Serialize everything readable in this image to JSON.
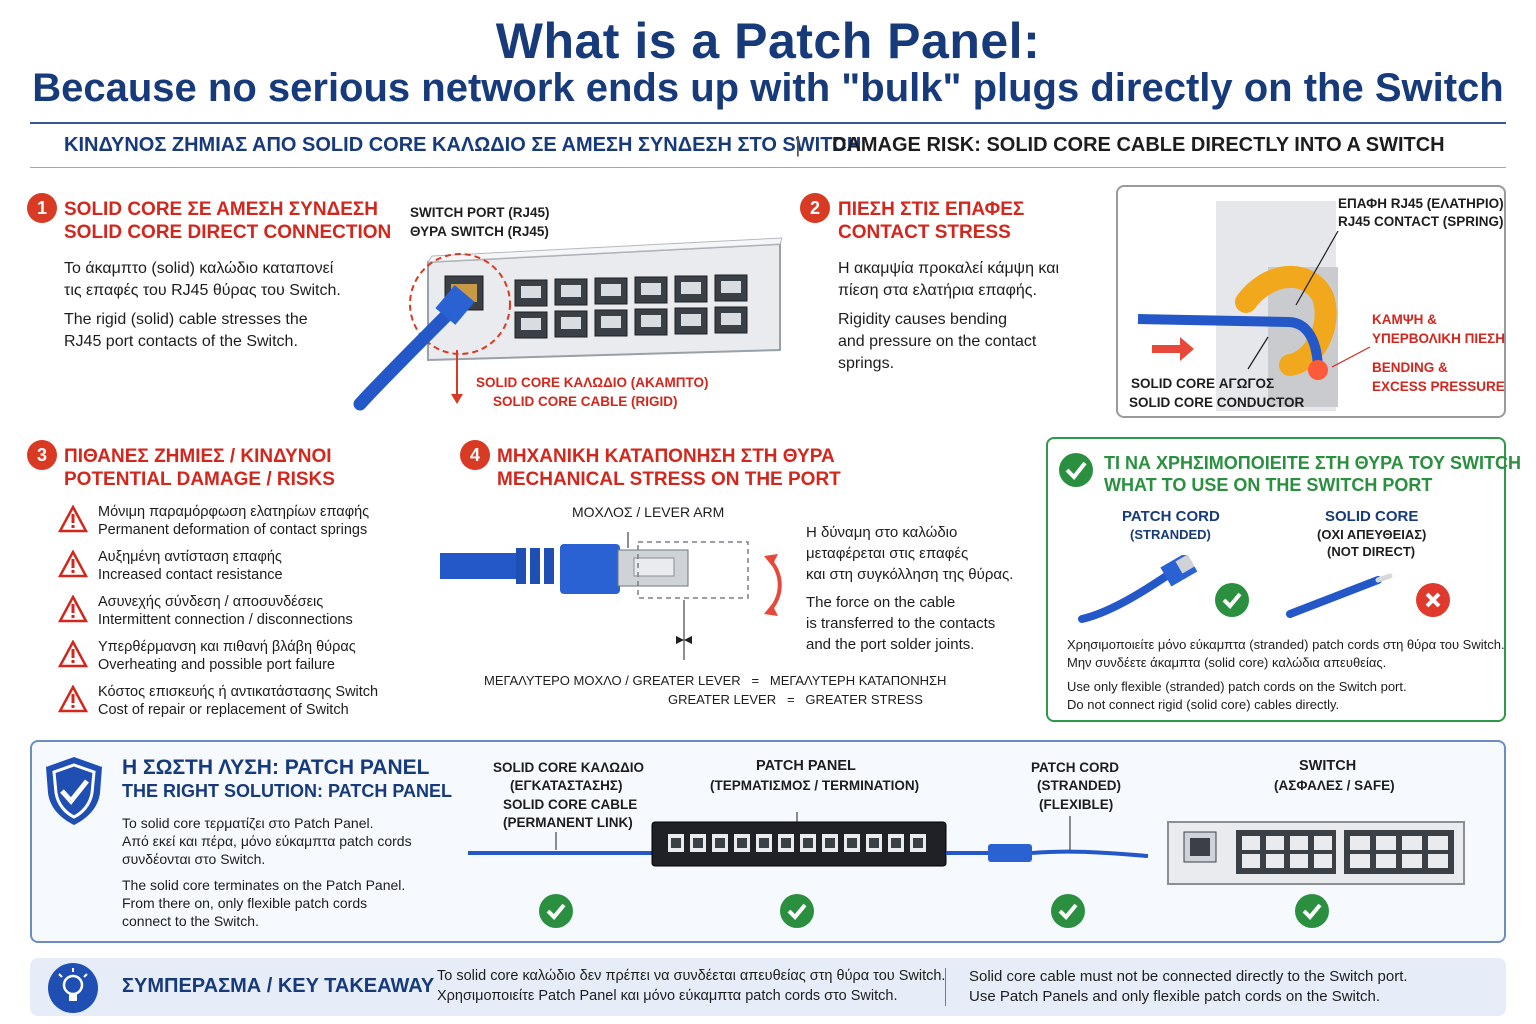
{
  "title": "What is a Patch Panel:",
  "subtitle": "Because no serious network ends up with \"bulk\" plugs directly on the Switch",
  "banner": {
    "greek": "ΚΙΝΔΥΝΟΣ ΖΗΜΙΑΣ ΑΠΟ SOLID CORE ΚΑΛΩΔΙΟ ΣΕ ΑΜΕΣΗ ΣΥΝΔΕΣΗ ΣΤΟ SWITCH",
    "separator": "|",
    "english": "DAMAGE RISK: SOLID CORE CABLE DIRECTLY INTO A SWITCH"
  },
  "section1": {
    "number": "1",
    "heading_gr": "SOLID CORE ΣΕ ΑΜΕΣΗ ΣΥΝΔΕΣΗ",
    "heading_en": "SOLID CORE DIRECT CONNECTION",
    "body_gr_1": "Το άκαμπτο (solid) καλώδιο καταπονεί",
    "body_gr_2": "τις επαφές του RJ45 θύρας του Switch.",
    "body_en_1": "The rigid (solid) cable stresses the",
    "body_en_2": "RJ45 port contacts of the Switch.",
    "port_label_en": "SWITCH PORT (RJ45)",
    "port_label_gr": "ΘΥΡΑ SWITCH (RJ45)",
    "cable_label_gr": "SOLID CORE ΚΑΛΩΔΙΟ (ΑΚΑΜΠΤΟ)",
    "cable_label_en": "SOLID CORE CABLE (RIGID)"
  },
  "section2": {
    "number": "2",
    "heading_gr": "ΠΙΕΣΗ ΣΤΙΣ ΕΠΑΦΕΣ",
    "heading_en": "CONTACT STRESS",
    "body_gr_1": "Η ακαμψία προκαλεί κάμψη και",
    "body_gr_2": "πίεση στα ελατήρια επαφής.",
    "body_en_1": "Rigidity causes bending",
    "body_en_2": "and pressure on the contact",
    "body_en_3": "springs.",
    "contact_gr": "ΕΠΑΦΗ RJ45 (ΕΛΑΤΗΡΙΟ)",
    "contact_en": "RJ45 CONTACT (SPRING)",
    "bend_gr_1": "ΚΑΜΨΗ &",
    "bend_gr_2": "ΥΠΕΡΒΟΛΙΚΗ ΠΙΕΣΗ",
    "bend_en_1": "BENDING &",
    "bend_en_2": "EXCESS PRESSURE",
    "conductor_gr": "SOLID CORE ΑΓΩΓΟΣ",
    "conductor_en": "SOLID CORE CONDUCTOR"
  },
  "section3": {
    "number": "3",
    "heading_gr": "ΠΙΘΑΝΕΣ ΖΗΜΙΕΣ / ΚΙΝΔΥΝΟΙ",
    "heading_en": "POTENTIAL DAMAGE / RISKS",
    "risks": [
      {
        "gr": "Μόνιμη παραμόρφωση ελατηρίων επαφής",
        "en": "Permanent deformation of contact springs"
      },
      {
        "gr": "Αυξημένη αντίσταση επαφής",
        "en": "Increased contact resistance"
      },
      {
        "gr": "Ασυνεχής σύνδεση / αποσυνδέσεις",
        "en": "Intermittent connection / disconnections"
      },
      {
        "gr": "Υπερθέρμανση και πιθανή βλάβη θύρας",
        "en": "Overheating and possible port failure"
      },
      {
        "gr": "Κόστος επισκευής ή αντικατάστασης Switch",
        "en": "Cost of repair or replacement of Switch"
      }
    ]
  },
  "section4": {
    "number": "4",
    "heading_gr": "ΜΗΧΑΝΙΚΗ ΚΑΤΑΠΟΝΗΣΗ ΣΤΗ ΘΥΡΑ",
    "heading_en": "MECHANICAL STRESS ON THE PORT",
    "lever_label": "ΜΟΧΛΟΣ / LEVER ARM",
    "body_gr_1": "Η δύναμη στο καλώδιο",
    "body_gr_2": "μεταφέρεται στις επαφές",
    "body_gr_3": "και στη συγκόλληση της θύρας.",
    "body_en_1": "The force on the cable",
    "body_en_2": "is transferred to the contacts",
    "body_en_3": "and the port solder joints.",
    "formula_gr": "ΜΕΓΑΛΥΤΕΡΟ ΜΟΧΛΟ / GREATER LEVER   =   ΜΕΓΑΛΥΤΕΡΗ ΚΑΤΑΠΟΝΗΣΗ",
    "formula_en": "GREATER LEVER   =   GREATER STRESS"
  },
  "use": {
    "heading_gr": "ΤΙ ΝΑ ΧΡΗΣΙΜΟΠΟΙΕΙΤΕ ΣΤΗ ΘΥΡΑ ΤΟΥ SWITCH",
    "heading_en": "WHAT TO USE ON THE SWITCH PORT",
    "patch_title": "PATCH CORD",
    "patch_sub": "(STRANDED)",
    "solid_title": "SOLID CORE",
    "solid_sub_gr": "(ΟΧΙ ΑΠΕΥΘΕΙΑΣ)",
    "solid_sub_en": "(NOT DIRECT)",
    "note_gr_1": "Χρησιμοποιείτε μόνο εύκαμπτα (stranded) patch cords στη θύρα του Switch.",
    "note_gr_2": "Μην συνδέετε άκαμπτα (solid core) καλώδια απευθείας.",
    "note_en_1": "Use only flexible (stranded) patch cords on the Switch port.",
    "note_en_2": "Do not connect rigid (solid core) cables directly."
  },
  "solution": {
    "heading_gr": "Η ΣΩΣΤΗ ΛΥΣΗ: PATCH PANEL",
    "heading_en": "THE RIGHT SOLUTION: PATCH PANEL",
    "body_gr_1": "Το solid core τερματίζει στο Patch Panel.",
    "body_gr_2": "Από εκεί και πέρα, μόνο εύκαμπτα patch cords",
    "body_gr_3": "συνδέονται στο Switch.",
    "body_en_1": "The solid core terminates on the Patch Panel.",
    "body_en_2": "From there on, only flexible patch cords",
    "body_en_3": "connect to the Switch.",
    "labels": {
      "solid_1": "SOLID CORE ΚΑΛΩΔΙΟ",
      "solid_2": "(ΕΓΚΑΤΑΣΤΑΣΗΣ)",
      "solid_3": "SOLID CORE CABLE",
      "solid_4": "(PERMANENT LINK)",
      "panel_1": "PATCH PANEL",
      "panel_2": "(ΤΕΡΜΑΤΙΣΜΟΣ / TERMINATION)",
      "cord_1": "PATCH CORD",
      "cord_2": "(STRANDED)",
      "cord_3": "(FLEXIBLE)",
      "switch_1": "SWITCH",
      "switch_2": "(ΑΣΦΑΛΕΣ / SAFE)"
    }
  },
  "takeaway": {
    "heading": "ΣΥΜΠΕΡΑΣΜΑ / KEY TAKEAWAY",
    "gr_1": "Το solid core καλώδιο δεν πρέπει να συνδέεται απευθείας στη θύρα του Switch.",
    "gr_2": "Χρησιμοποιείτε Patch Panel και μόνο εύκαμπτα patch cords στο Switch.",
    "en_1": "Solid core cable must not be connected directly to the Switch port.",
    "en_2": "Use Patch Panels and only flexible patch cords on the Switch."
  },
  "colors": {
    "navy": "#173a7a",
    "red": "#d3261d",
    "green": "#2a8f3f",
    "cable_blue": "#2458c8"
  }
}
